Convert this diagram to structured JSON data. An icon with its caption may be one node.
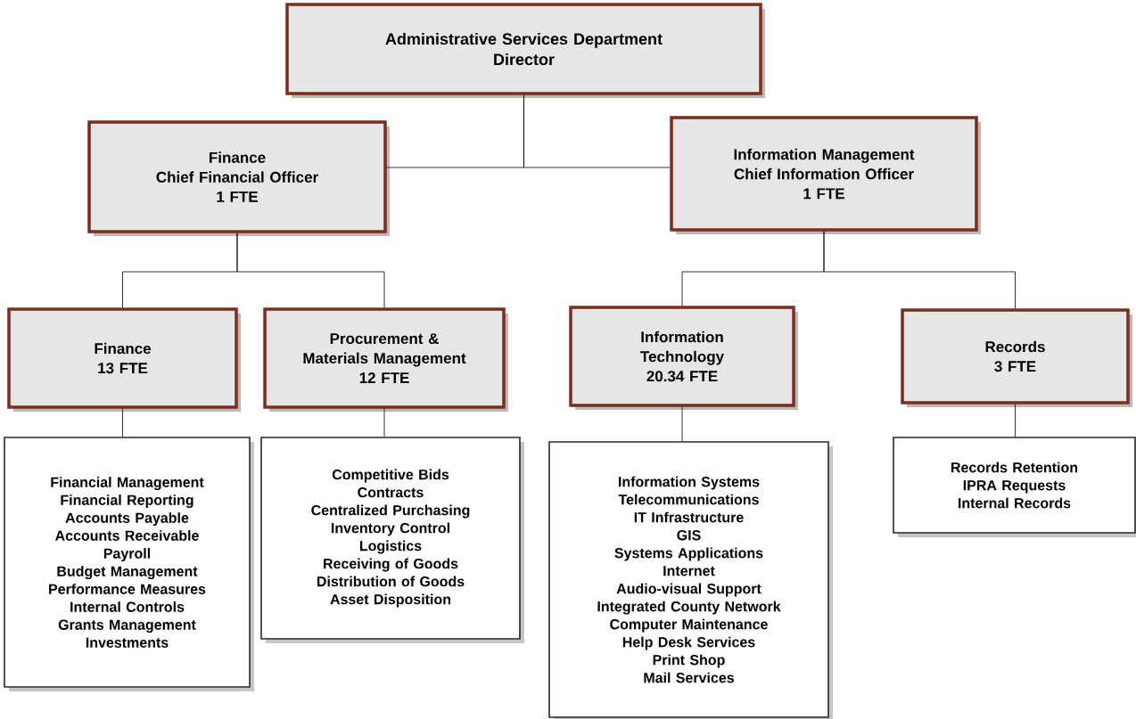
{
  "diagram": {
    "nodes": [
      {
        "text": [
          "Administrative Services Department",
          "Director"
        ]
      },
      {
        "text": [
          "Finance",
          "Chief Financial Officer",
          "1 FTE"
        ]
      },
      {
        "text": [
          "Information Management",
          "Chief Information Officer",
          "1 FTE"
        ]
      },
      {
        "text": [
          "Finance",
          "13 FTE"
        ]
      },
      {
        "text": [
          "Procurement & Materials Management",
          "12 FTE"
        ]
      },
      {
        "text": [
          "Information Technology",
          "20.34 FTE"
        ]
      },
      {
        "text": [
          "Records",
          "3 FTE"
        ]
      },
      {
        "text": [
          "Financial Management",
          "Financial Reporting",
          "Accounts Payable",
          "Accounts Receivable",
          "Payroll",
          "Budget Management",
          "Performance Measures",
          "Internal Controls",
          "Grants Management",
          "Investments"
        ]
      },
      {
        "text": [
          "Competitive Bids",
          "Contracts",
          "Centralized Purchasing",
          "Inventory Control",
          "Logistics",
          "Receiving of Goods",
          "Distribution of Goods",
          "Asset Disposition"
        ]
      },
      {
        "text": [
          "Information Systems",
          "Telecommunications",
          "IT Infrastructure",
          "GIS",
          "Systems Applications",
          "Internet",
          "Audio-visual Support",
          "Integrated County Network",
          "Computer Maintenance",
          "Help Desk Services",
          "Print Shop",
          "Mail Services"
        ]
      },
      {
        "text": [
          "Records Retention",
          "IPRA Requests",
          "Internal Records"
        ]
      }
    ],
    "edges": [
      {
        "from": 0,
        "to": 1,
        "arrow": "none"
      },
      {
        "from": 0,
        "to": 2,
        "arrow": "none"
      },
      {
        "from": 1,
        "to": 3,
        "arrow": "none"
      },
      {
        "from": 1,
        "to": 4,
        "arrow": "none"
      },
      {
        "from": 2,
        "to": 5,
        "arrow": "none"
      },
      {
        "from": 2,
        "to": 6,
        "arrow": "none"
      },
      {
        "from": 3,
        "to": 7,
        "arrow": "none"
      },
      {
        "from": 4,
        "to": 8,
        "arrow": "none"
      },
      {
        "from": 5,
        "to": 9,
        "arrow": "none"
      },
      {
        "from": 6,
        "to": 10,
        "arrow": "none"
      }
    ]
  }
}
